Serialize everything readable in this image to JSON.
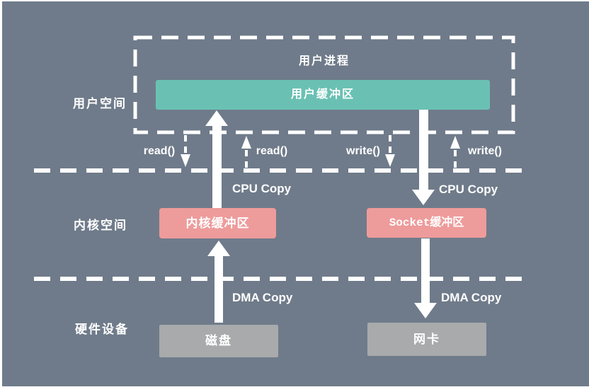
{
  "regions": {
    "user_space_label": "用户空间",
    "kernel_space_label": "内核空间",
    "hardware_label": "硬件设备"
  },
  "user_process": {
    "title": "用户进程",
    "buffer_label": "用户缓冲区"
  },
  "kernel": {
    "kernel_buffer_label": "内核缓冲区",
    "socket_buffer_label": "Socket缓冲区"
  },
  "hardware": {
    "disk_label": "磁盘",
    "nic_label": "网卡"
  },
  "calls": {
    "read_left": "read()",
    "read_right": "read()",
    "write_left": "write()",
    "write_right": "write()"
  },
  "copies": {
    "cpu_copy_left": "CPU Copy",
    "cpu_copy_right": "CPU Copy",
    "dma_copy_left": "DMA Copy",
    "dma_copy_right": "DMA Copy"
  },
  "colors": {
    "background": "#6f7b8a",
    "user_buffer": "#6ac1b3",
    "kernel_buffer": "#ee9b9b",
    "hardware_box": "#a8aaac",
    "lines_and_arrows": "#ffffff"
  }
}
